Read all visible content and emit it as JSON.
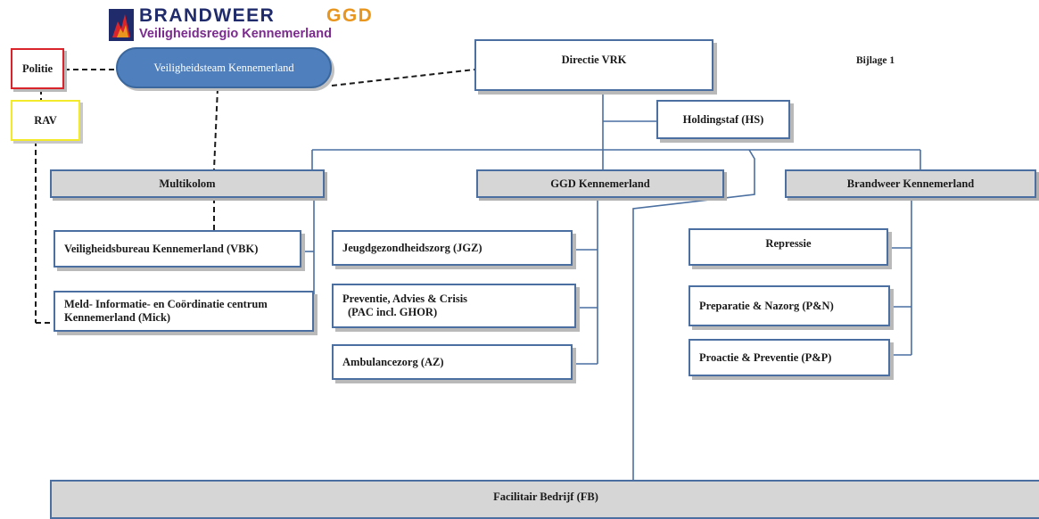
{
  "logo": {
    "brand_word_1": "BRANDWEER",
    "brand_word_2": "GGD",
    "subtitle": "Veiligheidsregio Kennemerland",
    "colors": {
      "navy": "#1f2b6b",
      "orange": "#e8961e",
      "purple": "#7b2a8e",
      "flame": "#d8242a"
    }
  },
  "annex_label": "Bijlage 1",
  "external": {
    "politie": "Politie",
    "rav": "RAV",
    "veiligheidsteam": "Veiligheidsteam Kennemerland"
  },
  "top": {
    "directie": "Directie VRK",
    "holdingstaf": "Holdingstaf (HS)"
  },
  "columns": {
    "multikolom": {
      "title": "Multikolom",
      "units": [
        "Veiligheidsbureau Kennemerland (VBK)",
        "Meld- Informatie- en Coördinatie centrum Kennemerland (Mick)"
      ]
    },
    "ggd": {
      "title": "GGD Kennemerland",
      "units": [
        "Jeugdgezondheidszorg (JGZ)",
        "Preventie, Advies & Crisis",
        "(PAC incl. GHOR)",
        "Ambulancezorg (AZ)"
      ]
    },
    "brandweer": {
      "title": "Brandweer Kennemerland",
      "units": [
        "Repressie",
        "Preparatie & Nazorg (P&N)",
        "Proactie & Preventie (P&P)"
      ]
    }
  },
  "bottom": {
    "facilitair": "Facilitair Bedrijf (FB)"
  },
  "colors": {
    "box_border": "#4a6fa0",
    "bar_fill": "#d6d6d6",
    "team_fill": "#4f80bd",
    "politie_border": "#d8242a",
    "rav_border": "#f2ea2a",
    "connector": "#4a6fa0"
  }
}
